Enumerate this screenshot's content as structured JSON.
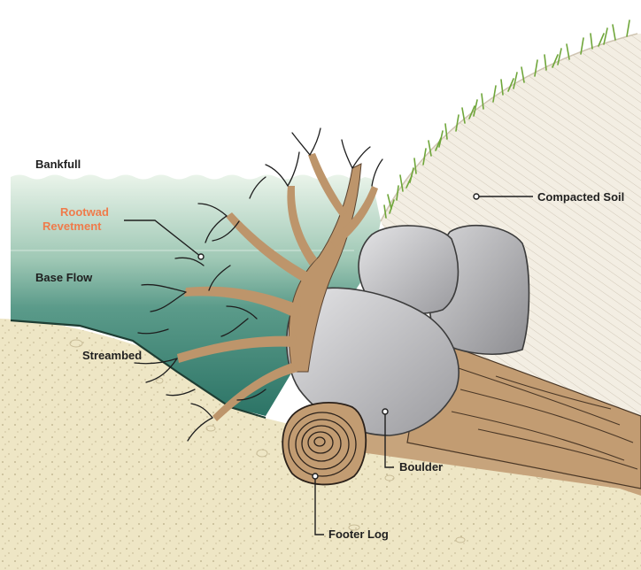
{
  "labels": {
    "bankfull": "Bankfull",
    "rootwad_line1": "Rootwad",
    "rootwad_line2": "Revetment",
    "base_flow": "Base Flow",
    "streambed": "Streambed",
    "compacted_soil": "Compacted Soil",
    "boulder": "Boulder",
    "footer_log": "Footer Log"
  },
  "colors": {
    "accent_label": "#ef7b4b",
    "water_top": "#e8f3e8",
    "water_bottom": "#2f7a6c",
    "sand": "#eee6c5",
    "soil": "#f3eee3",
    "root": "#b89068",
    "boulder": "#b8b8bb",
    "grass": "#7fb244"
  }
}
